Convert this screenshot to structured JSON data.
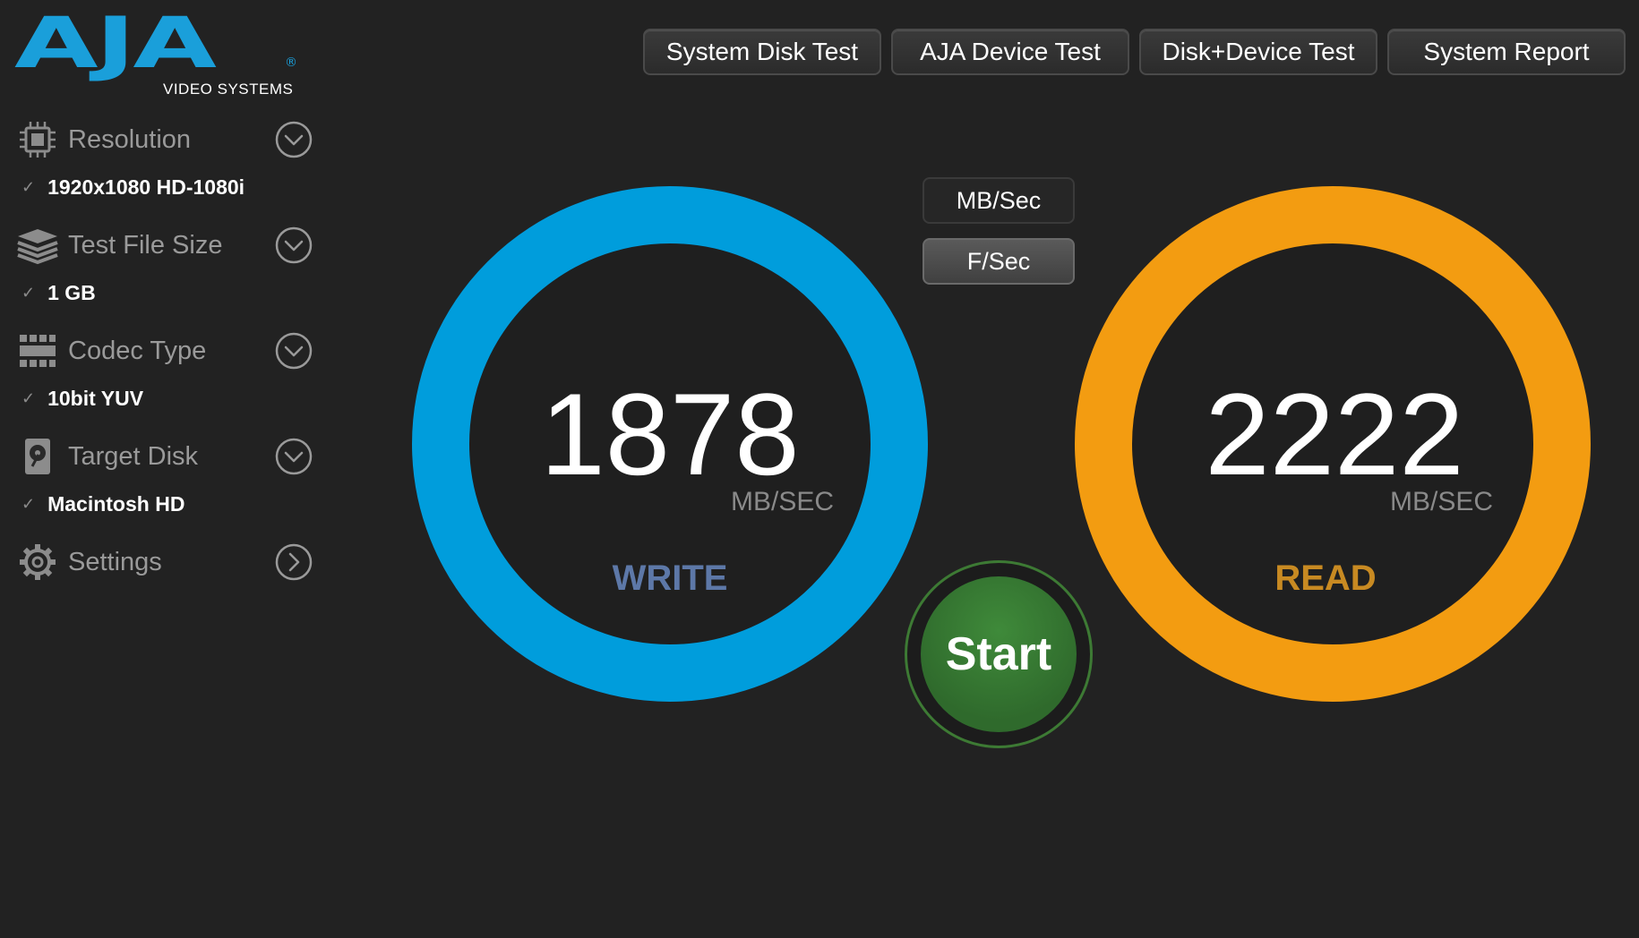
{
  "logo": {
    "mark": "AJA",
    "registered": "®",
    "subtitle": "VIDEO SYSTEMS"
  },
  "sidebar": {
    "items": [
      {
        "label": "Resolution",
        "value": "1920x1080 HD-1080i",
        "icon": "chip-icon",
        "chevron": "chevron-down-icon"
      },
      {
        "label": "Test File Size",
        "value": "1 GB",
        "icon": "layers-icon",
        "chevron": "chevron-down-icon"
      },
      {
        "label": "Codec Type",
        "value": "10bit YUV",
        "icon": "film-strip-icon",
        "chevron": "chevron-down-icon"
      },
      {
        "label": "Target Disk",
        "value": "Macintosh HD",
        "icon": "hard-disk-icon",
        "chevron": "chevron-down-icon"
      },
      {
        "label": "Settings",
        "icon": "gear-icon",
        "chevron": "chevron-right-icon"
      }
    ],
    "check": "✓"
  },
  "toolbar": {
    "buttons": [
      "System Disk Test",
      "AJA Device Test",
      "Disk+Device Test",
      "System Report"
    ]
  },
  "units": {
    "selected": "MB/Sec",
    "other": "F/Sec"
  },
  "write": {
    "value": "1878",
    "unit": "MB/SEC",
    "label": "WRITE",
    "ring_color": "#009ddc",
    "label_color": "#5d78a8"
  },
  "read": {
    "value": "2222",
    "unit": "MB/SEC",
    "label": "READ",
    "ring_color": "#f39c11",
    "label_color": "#c88a22"
  },
  "start": {
    "label": "Start",
    "color": "#377a33"
  }
}
